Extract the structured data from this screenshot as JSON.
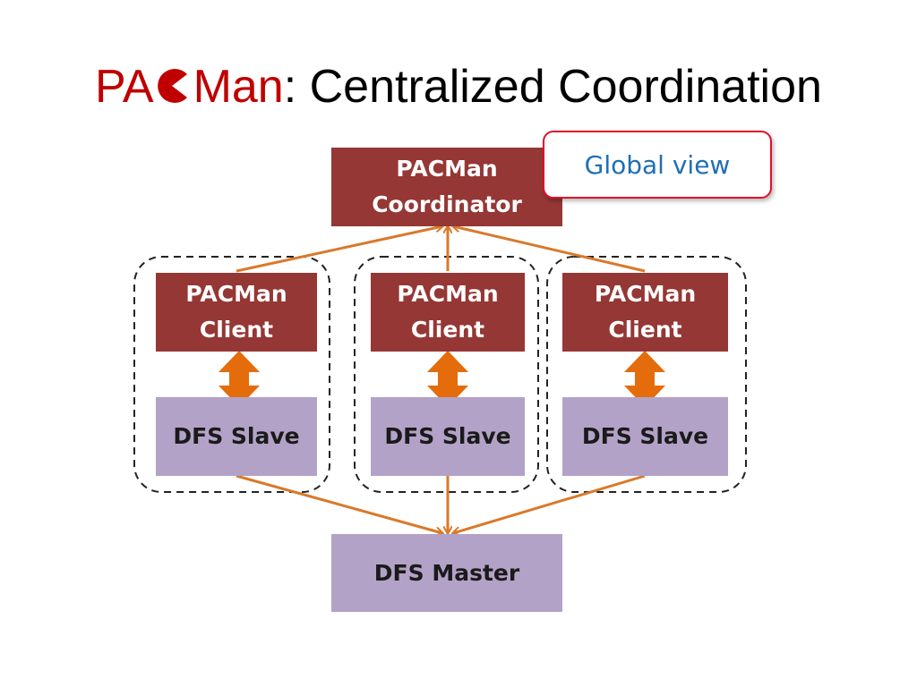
{
  "title": {
    "brand_prefix": "PA",
    "brand_suffix": "Man",
    "rest": ": Centralized Coordination"
  },
  "callout": {
    "text": "Global view"
  },
  "coordinator": {
    "label": "PACMan\nCoordinator"
  },
  "clients": [
    {
      "label": "PACMan\nClient"
    },
    {
      "label": "PACMan\nClient"
    },
    {
      "label": "PACMan\nClient"
    }
  ],
  "slaves": [
    {
      "label": "DFS Slave"
    },
    {
      "label": "DFS Slave"
    },
    {
      "label": "DFS Slave"
    }
  ],
  "master": {
    "label": "DFS Master"
  },
  "colors": {
    "brand_red": "#c00000",
    "client_box": "#953735",
    "storage_box": "#b3a2c7",
    "connector": "#d9792a",
    "callout_border": "#e0102a",
    "callout_text": "#1f6fb5"
  },
  "icons": {
    "pac_logo": "pacman-icon"
  }
}
